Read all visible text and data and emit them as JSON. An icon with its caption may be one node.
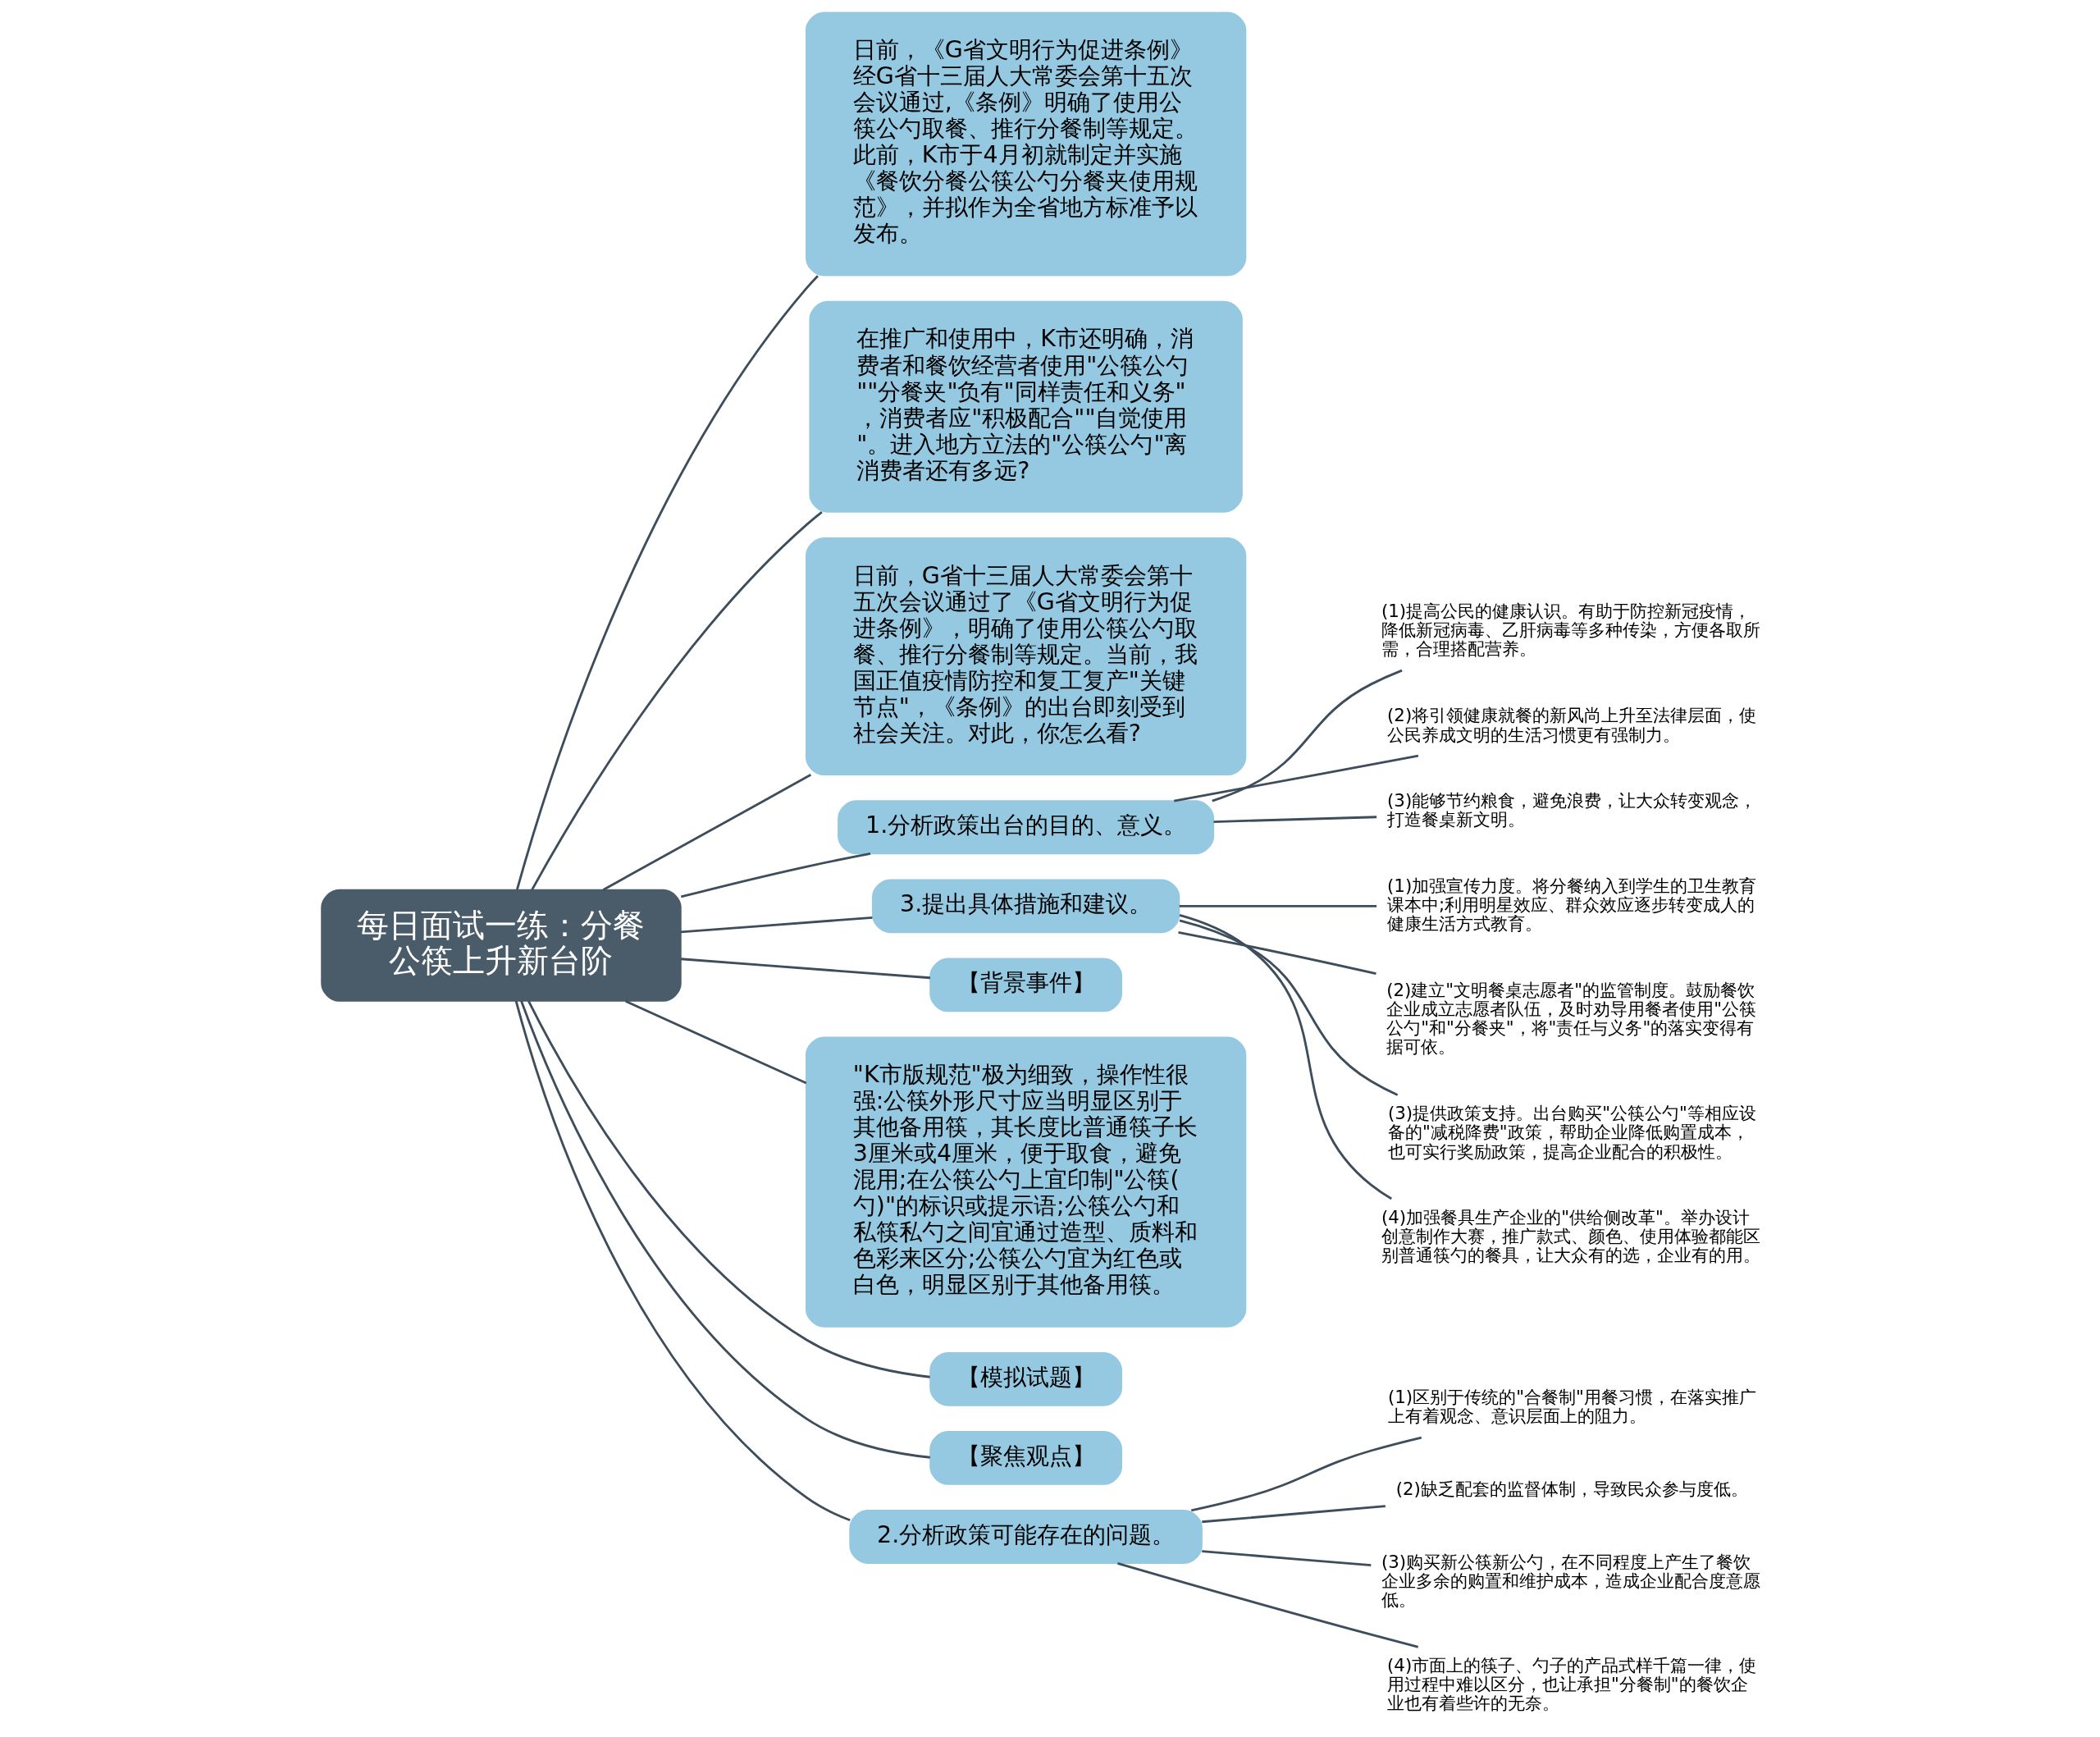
{
  "diagram": {
    "nodes": [
      {
        "text": [
          "每日面试一练：分餐公筷上升新台阶"
        ]
      },
      {
        "text": [
          "日前，《G省文明行为促进条例》经G省十三届人大常委会第十五次会议通过,《条例》明确了使用公筷公勺取餐、推行分餐制等规定。此前，K市于4月初就制定并实施《餐饮分餐公筷公勺分餐夹使用规范》，并拟作为全省地方标准予以发布。"
        ]
      },
      {
        "text": [
          "在推广和使用中，K市还明确，消费者和餐饮经营者使用\"公筷公勺\"\"分餐夹\"负有\"同样责任和义务\"，消费者应\"积极配合\"\"自觉使用\"。进入地方立法的\"公筷公勺\"离消费者还有多远?"
        ]
      },
      {
        "text": [
          "日前，G省十三届人大常委会第十五次会议通过了《G省文明行为促进条例》，明确了使用公筷公勺取餐、推行分餐制等规定。当前，我国正值疫情防控和复工复产\"关键节点\"，《条例》的出台即刻受到社会关注。对此，你怎么看?"
        ]
      },
      {
        "text": [
          "1.分析政策出台的目的、意义。"
        ]
      },
      {
        "text": [
          "(1)提高公民的健康认识。有助于防控新冠疫情，降低新冠病毒、乙肝病毒等多种传染，方便各取所需，合理搭配营养。"
        ]
      },
      {
        "text": [
          "(2)将引领健康就餐的新风尚上升至法律层面，使公民养成文明的生活习惯更有强制力。"
        ]
      },
      {
        "text": [
          "(3)能够节约粮食，避免浪费，让大众转变观念，打造餐桌新文明。"
        ]
      },
      {
        "text": [
          "3.提出具体措施和建议。"
        ]
      },
      {
        "text": [
          "(1)加强宣传力度。将分餐纳入到学生的卫生教育课本中;利用明星效应、群众效应逐步转变成人的健康生活方式教育。"
        ]
      },
      {
        "text": [
          "(2)建立\"文明餐桌志愿者\"的监管制度。鼓励餐饮企业成立志愿者队伍，及时劝导用餐者使用\"公筷公勺\"和\"分餐夹\"，将\"责任与义务\"的落实变得有据可依。"
        ]
      },
      {
        "text": [
          "(3)提供政策支持。出台购买\"公筷公勺\"等相应设备的\"减税降费\"政策，帮助企业降低购置成本，也可实行奖励政策，提高企业配合的积极性。"
        ]
      },
      {
        "text": [
          "(4)加强餐具生产企业的\"供给侧改革\"。举办设计创意制作大赛，推广款式、颜色、使用体验都能区别普通筷勺的餐具，让大众有的选，企业有的用。"
        ]
      },
      {
        "text": [
          "【背景事件】"
        ]
      },
      {
        "text": [
          "\"K市版规范\"极为细致，操作性很强:公筷外形尺寸应当明显区别于其他备用筷，其长度比普通筷子长3厘米或4厘米，便于取食，避免混用;在公筷公勺上宜印制\"公筷(勺)\"的标识或提示语;公筷公勺和私筷私勺之间宜通过造型、质料和色彩来区分;公筷公勺宜为红色或白色，明显区别于其他备用筷。"
        ]
      },
      {
        "text": [
          "【模拟试题】"
        ]
      },
      {
        "text": [
          "【聚焦观点】"
        ]
      },
      {
        "text": [
          "2.分析政策可能存在的问题。"
        ]
      },
      {
        "text": [
          "(1)区别于传统的\"合餐制\"用餐习惯，在落实推广上有着观念、意识层面上的阻力。"
        ]
      },
      {
        "text": [
          "(2)缺乏配套的监督体制，导致民众参与度低。"
        ]
      },
      {
        "text": [
          "(3)购买新公筷新公勺，在不同程度上产生了餐饮企业多余的购置和维护成本，造成企业配合度意愿低。"
        ]
      },
      {
        "text": [
          "(4)市面上的筷子、勺子的产品式样千篇一律，使用过程中难以区分，也让承担\"分餐制\"的餐饮企业也有着些许的无奈。"
        ]
      }
    ],
    "edges": [
      {
        "from": 0,
        "to": 1,
        "arrow": "none"
      },
      {
        "from": 0,
        "to": 2,
        "arrow": "none"
      },
      {
        "from": 0,
        "to": 3,
        "arrow": "none"
      },
      {
        "from": 0,
        "to": 4,
        "arrow": "none"
      },
      {
        "from": 4,
        "to": 5,
        "arrow": "none"
      },
      {
        "from": 4,
        "to": 6,
        "arrow": "none"
      },
      {
        "from": 4,
        "to": 7,
        "arrow": "none"
      },
      {
        "from": 0,
        "to": 8,
        "arrow": "none"
      },
      {
        "from": 8,
        "to": 9,
        "arrow": "none"
      },
      {
        "from": 8,
        "to": 10,
        "arrow": "none"
      },
      {
        "from": 8,
        "to": 11,
        "arrow": "none"
      },
      {
        "from": 8,
        "to": 12,
        "arrow": "none"
      },
      {
        "from": 0,
        "to": 13,
        "arrow": "none"
      },
      {
        "from": 0,
        "to": 14,
        "arrow": "none"
      },
      {
        "from": 0,
        "to": 15,
        "arrow": "none"
      },
      {
        "from": 0,
        "to": 16,
        "arrow": "none"
      },
      {
        "from": 0,
        "to": 17,
        "arrow": "none"
      },
      {
        "from": 17,
        "to": 18,
        "arrow": "none"
      },
      {
        "from": 17,
        "to": 19,
        "arrow": "none"
      },
      {
        "from": 17,
        "to": 20,
        "arrow": "none"
      },
      {
        "from": 17,
        "to": 21,
        "arrow": "none"
      }
    ]
  }
}
